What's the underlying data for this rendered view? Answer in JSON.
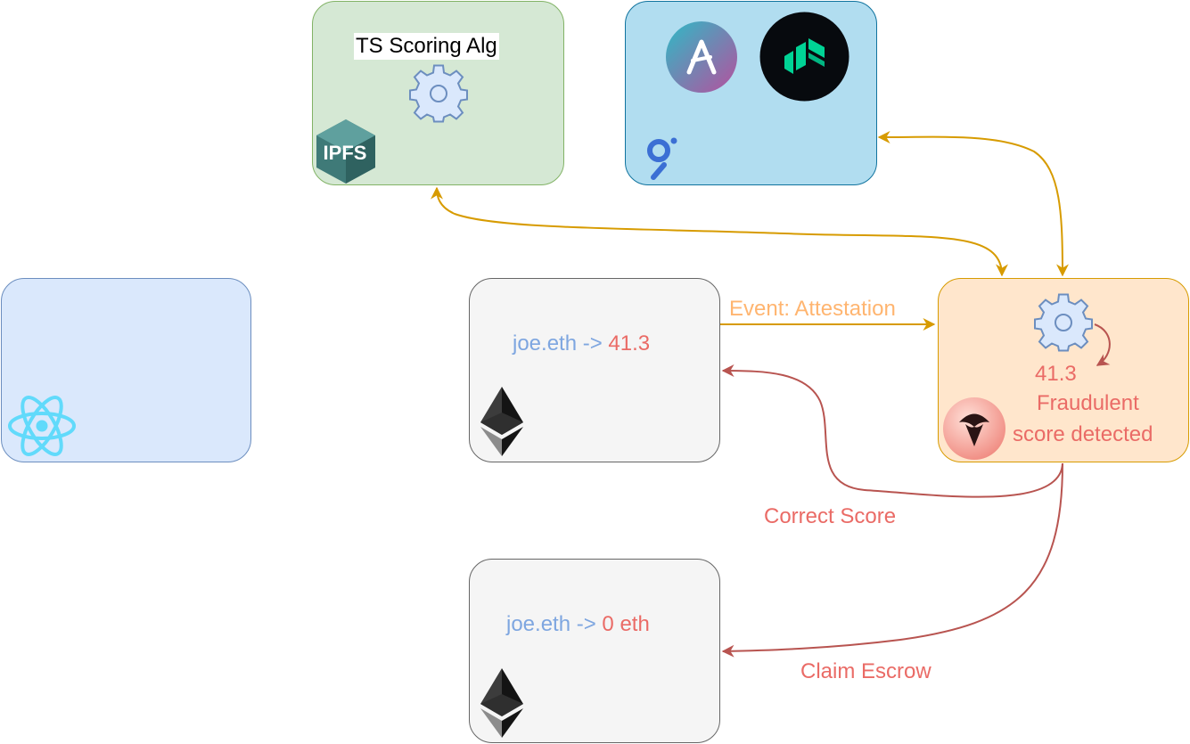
{
  "scoring_box": {
    "title": "TS Scoring Alg",
    "ipfs_label": "IPFS"
  },
  "score_box": {
    "account": "joe.eth",
    "arrow": "->",
    "score": "41.3"
  },
  "escrow_box": {
    "account": "joe.eth",
    "arrow": "->",
    "amount": "0 eth"
  },
  "monitor_box": {
    "score": "41.3",
    "status_line1": "Fraudulent",
    "status_line2": "score detected"
  },
  "edges": {
    "event_label": "Event: Attestation",
    "correct_label": "Correct Score",
    "claim_label": "Claim Escrow"
  },
  "colors": {
    "arrow_gold": "#d79b00",
    "arrow_red": "#b85450",
    "label_orange": "#ffb570",
    "label_red": "#ea6b66",
    "text_blue": "#7ea6e0"
  },
  "icons": [
    "gear-icon",
    "ipfs-icon",
    "aave-icon",
    "compound-icon",
    "graph-icon",
    "react-icon",
    "ethereum-icon",
    "umbrella-icon"
  ]
}
